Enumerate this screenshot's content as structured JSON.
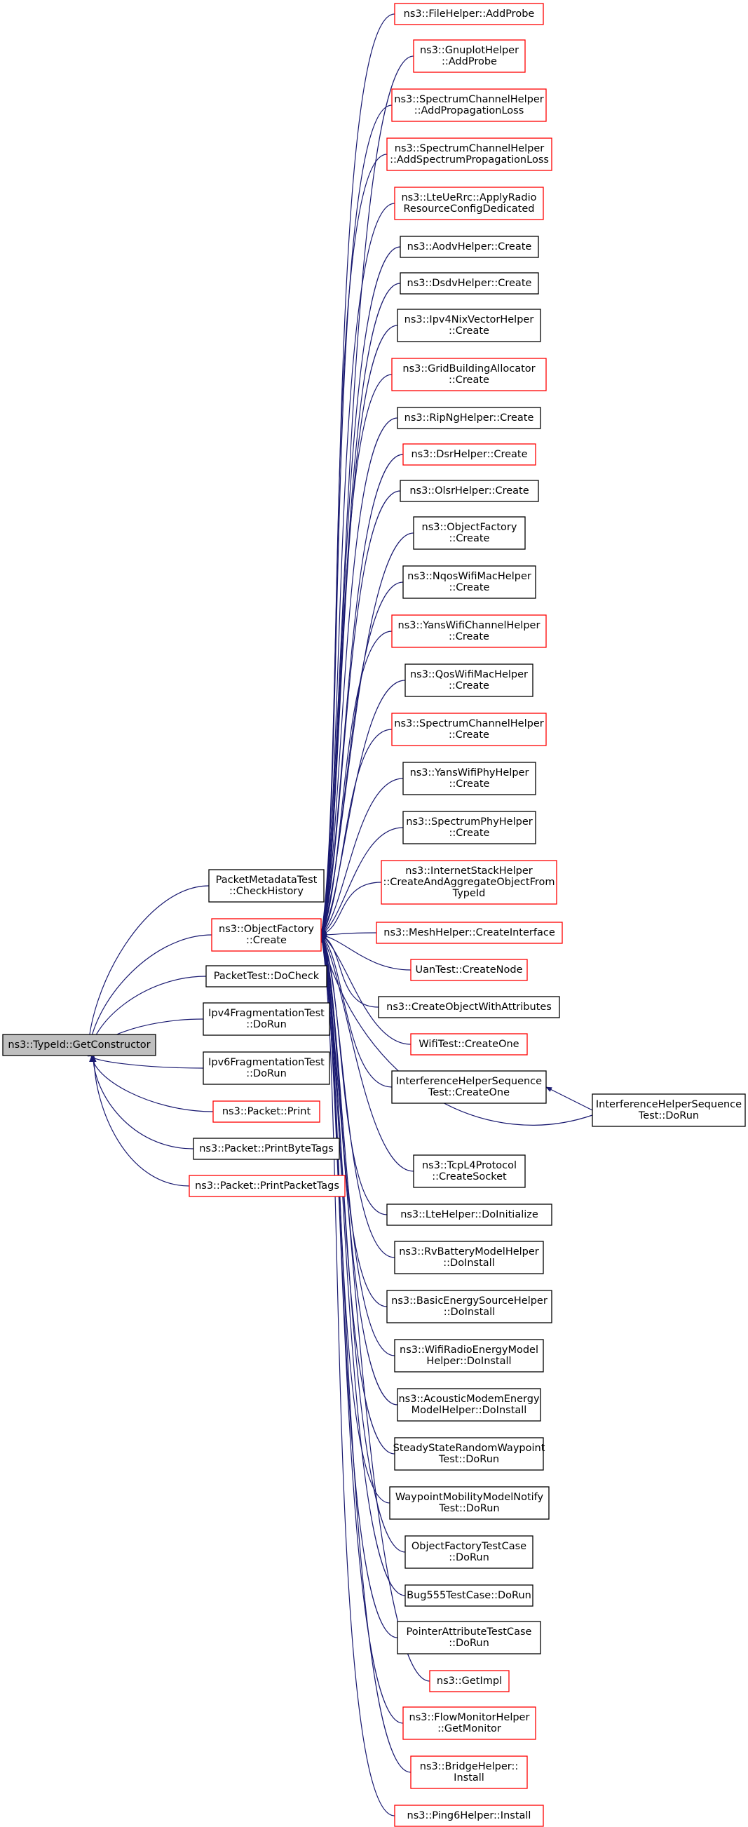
{
  "colors": {
    "edge": "#191970",
    "border_black": "#000000",
    "border_red": "#ff0000",
    "root_fill": "#bfbfbf"
  },
  "nodes": [
    {
      "id": "root",
      "lines": [
        "ns3::TypeId::GetConstructor"
      ],
      "border": "black",
      "fill": "#bfbfbf"
    },
    {
      "id": "pmt",
      "lines": [
        "PacketMetadataTest",
        "::CheckHistory"
      ],
      "border": "black"
    },
    {
      "id": "ofc",
      "lines": [
        "ns3::ObjectFactory",
        "::Create"
      ],
      "border": "red"
    },
    {
      "id": "ptdc",
      "lines": [
        "PacketTest::DoCheck"
      ],
      "border": "black"
    },
    {
      "id": "ip4f",
      "lines": [
        "Ipv4FragmentationTest",
        "::DoRun"
      ],
      "border": "black"
    },
    {
      "id": "ip6f",
      "lines": [
        "Ipv6FragmentationTest",
        "::DoRun"
      ],
      "border": "black"
    },
    {
      "id": "pprint",
      "lines": [
        "ns3::Packet::Print"
      ],
      "border": "red"
    },
    {
      "id": "ppbt",
      "lines": [
        "ns3::Packet::PrintByteTags"
      ],
      "border": "black"
    },
    {
      "id": "pppt",
      "lines": [
        "ns3::Packet::PrintPacketTags"
      ],
      "border": "red"
    },
    {
      "id": "n0",
      "lines": [
        "ns3::FileHelper::AddProbe"
      ],
      "border": "red"
    },
    {
      "id": "n1",
      "lines": [
        "ns3::GnuplotHelper",
        "::AddProbe"
      ],
      "border": "red"
    },
    {
      "id": "n2",
      "lines": [
        "ns3::SpectrumChannelHelper",
        "::AddPropagationLoss"
      ],
      "border": "red"
    },
    {
      "id": "n3",
      "lines": [
        "ns3::SpectrumChannelHelper",
        "::AddSpectrumPropagationLoss"
      ],
      "border": "red"
    },
    {
      "id": "n4",
      "lines": [
        "ns3::LteUeRrc::ApplyRadio",
        "ResourceConfigDedicated"
      ],
      "border": "red"
    },
    {
      "id": "n5",
      "lines": [
        "ns3::AodvHelper::Create"
      ],
      "border": "black"
    },
    {
      "id": "n6",
      "lines": [
        "ns3::DsdvHelper::Create"
      ],
      "border": "black"
    },
    {
      "id": "n7",
      "lines": [
        "ns3::Ipv4NixVectorHelper",
        "::Create"
      ],
      "border": "black"
    },
    {
      "id": "n8",
      "lines": [
        "ns3::GridBuildingAllocator",
        "::Create"
      ],
      "border": "red"
    },
    {
      "id": "n9",
      "lines": [
        "ns3::RipNgHelper::Create"
      ],
      "border": "black"
    },
    {
      "id": "n10",
      "lines": [
        "ns3::DsrHelper::Create"
      ],
      "border": "red"
    },
    {
      "id": "n11",
      "lines": [
        "ns3::OlsrHelper::Create"
      ],
      "border": "black"
    },
    {
      "id": "n12",
      "lines": [
        "ns3::ObjectFactory",
        "::Create"
      ],
      "border": "black"
    },
    {
      "id": "n13",
      "lines": [
        "ns3::NqosWifiMacHelper",
        "::Create"
      ],
      "border": "black"
    },
    {
      "id": "n14",
      "lines": [
        "ns3::YansWifiChannelHelper",
        "::Create"
      ],
      "border": "red"
    },
    {
      "id": "n15",
      "lines": [
        "ns3::QosWifiMacHelper",
        "::Create"
      ],
      "border": "black"
    },
    {
      "id": "n16",
      "lines": [
        "ns3::SpectrumChannelHelper",
        "::Create"
      ],
      "border": "red"
    },
    {
      "id": "n17",
      "lines": [
        "ns3::YansWifiPhyHelper",
        "::Create"
      ],
      "border": "black"
    },
    {
      "id": "n18",
      "lines": [
        "ns3::SpectrumPhyHelper",
        "::Create"
      ],
      "border": "black"
    },
    {
      "id": "n19",
      "lines": [
        "ns3::InternetStackHelper",
        "::CreateAndAggregateObjectFrom",
        "TypeId"
      ],
      "border": "red"
    },
    {
      "id": "n20",
      "lines": [
        "ns3::MeshHelper::CreateInterface"
      ],
      "border": "red"
    },
    {
      "id": "n21",
      "lines": [
        "UanTest::CreateNode"
      ],
      "border": "red"
    },
    {
      "id": "n22",
      "lines": [
        "ns3::CreateObjectWithAttributes"
      ],
      "border": "black"
    },
    {
      "id": "n23",
      "lines": [
        "WifiTest::CreateOne"
      ],
      "border": "red"
    },
    {
      "id": "n24",
      "lines": [
        "InterferenceHelperSequence",
        "Test::CreateOne"
      ],
      "border": "black"
    },
    {
      "id": "ihsd",
      "lines": [
        "InterferenceHelperSequence",
        "Test::DoRun"
      ],
      "border": "black"
    },
    {
      "id": "n25",
      "lines": [
        "ns3::TcpL4Protocol",
        "::CreateSocket"
      ],
      "border": "black"
    },
    {
      "id": "n26",
      "lines": [
        "ns3::LteHelper::DoInitialize"
      ],
      "border": "black"
    },
    {
      "id": "n27",
      "lines": [
        "ns3::RvBatteryModelHelper",
        "::DoInstall"
      ],
      "border": "black"
    },
    {
      "id": "n28",
      "lines": [
        "ns3::BasicEnergySourceHelper",
        "::DoInstall"
      ],
      "border": "black"
    },
    {
      "id": "n29",
      "lines": [
        "ns3::WifiRadioEnergyModel",
        "Helper::DoInstall"
      ],
      "border": "black"
    },
    {
      "id": "n30",
      "lines": [
        "ns3::AcousticModemEnergy",
        "ModelHelper::DoInstall"
      ],
      "border": "black"
    },
    {
      "id": "n31",
      "lines": [
        "SteadyStateRandomWaypoint",
        "Test::DoRun"
      ],
      "border": "black"
    },
    {
      "id": "n32",
      "lines": [
        "WaypointMobilityModelNotify",
        "Test::DoRun"
      ],
      "border": "black"
    },
    {
      "id": "n33",
      "lines": [
        "ObjectFactoryTestCase",
        "::DoRun"
      ],
      "border": "black"
    },
    {
      "id": "n34",
      "lines": [
        "Bug555TestCase::DoRun"
      ],
      "border": "black"
    },
    {
      "id": "n35",
      "lines": [
        "PointerAttributeTestCase",
        "::DoRun"
      ],
      "border": "black"
    },
    {
      "id": "n36",
      "lines": [
        "ns3::GetImpl"
      ],
      "border": "red"
    },
    {
      "id": "n37",
      "lines": [
        "ns3::FlowMonitorHelper",
        "::GetMonitor"
      ],
      "border": "red"
    },
    {
      "id": "n38",
      "lines": [
        "ns3::BridgeHelper::",
        "Install"
      ],
      "border": "red"
    },
    {
      "id": "n39",
      "lines": [
        "ns3::Ping6Helper::Install"
      ],
      "border": "red"
    }
  ],
  "edges": [
    {
      "from": "pmt",
      "to": "root"
    },
    {
      "from": "ofc",
      "to": "root"
    },
    {
      "from": "ptdc",
      "to": "root"
    },
    {
      "from": "ip4f",
      "to": "root"
    },
    {
      "from": "ip6f",
      "to": "root"
    },
    {
      "from": "pprint",
      "to": "root"
    },
    {
      "from": "ppbt",
      "to": "root"
    },
    {
      "from": "pppt",
      "to": "root"
    },
    {
      "from": "n0",
      "to": "ofc"
    },
    {
      "from": "n1",
      "to": "ofc"
    },
    {
      "from": "n2",
      "to": "ofc"
    },
    {
      "from": "n3",
      "to": "ofc"
    },
    {
      "from": "n4",
      "to": "ofc"
    },
    {
      "from": "n5",
      "to": "ofc"
    },
    {
      "from": "n6",
      "to": "ofc"
    },
    {
      "from": "n7",
      "to": "ofc"
    },
    {
      "from": "n8",
      "to": "ofc"
    },
    {
      "from": "n9",
      "to": "ofc"
    },
    {
      "from": "n10",
      "to": "ofc"
    },
    {
      "from": "n11",
      "to": "ofc"
    },
    {
      "from": "n12",
      "to": "ofc"
    },
    {
      "from": "n13",
      "to": "ofc"
    },
    {
      "from": "n14",
      "to": "ofc"
    },
    {
      "from": "n15",
      "to": "ofc"
    },
    {
      "from": "n16",
      "to": "ofc"
    },
    {
      "from": "n17",
      "to": "ofc"
    },
    {
      "from": "n18",
      "to": "ofc"
    },
    {
      "from": "n19",
      "to": "ofc"
    },
    {
      "from": "n20",
      "to": "ofc"
    },
    {
      "from": "n21",
      "to": "ofc"
    },
    {
      "from": "n22",
      "to": "ofc"
    },
    {
      "from": "n23",
      "to": "ofc"
    },
    {
      "from": "n24",
      "to": "ofc"
    },
    {
      "from": "ihsd",
      "to": "ofc"
    },
    {
      "from": "n25",
      "to": "ofc"
    },
    {
      "from": "n26",
      "to": "ofc"
    },
    {
      "from": "n27",
      "to": "ofc"
    },
    {
      "from": "n28",
      "to": "ofc"
    },
    {
      "from": "n29",
      "to": "ofc"
    },
    {
      "from": "n30",
      "to": "ofc"
    },
    {
      "from": "n31",
      "to": "ofc"
    },
    {
      "from": "n32",
      "to": "ofc"
    },
    {
      "from": "n33",
      "to": "ofc"
    },
    {
      "from": "n34",
      "to": "ofc"
    },
    {
      "from": "n35",
      "to": "ofc"
    },
    {
      "from": "n36",
      "to": "ofc"
    },
    {
      "from": "n37",
      "to": "ofc"
    },
    {
      "from": "n38",
      "to": "ofc"
    },
    {
      "from": "n39",
      "to": "ofc"
    },
    {
      "from": "ihsd",
      "to": "n24"
    }
  ]
}
